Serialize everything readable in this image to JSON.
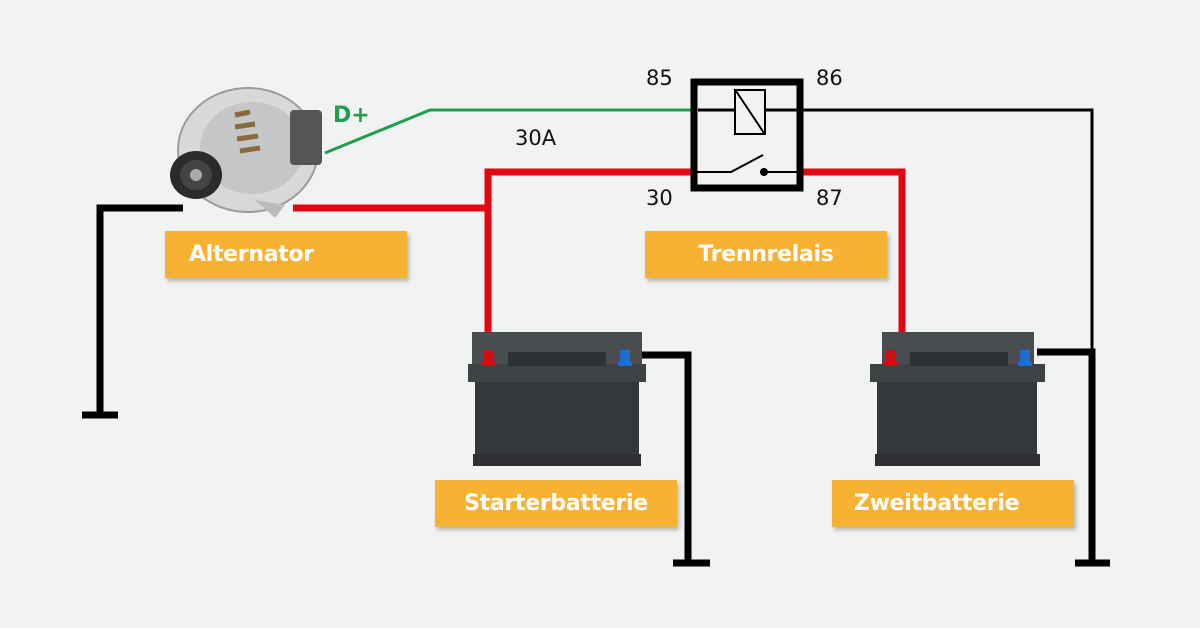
{
  "title": "Trennrelais wiring diagram",
  "components": {
    "alternator": {
      "label": "Alternator"
    },
    "relay": {
      "label": "Trennrelais",
      "pins": {
        "p85": "85",
        "p86": "86",
        "p30": "30",
        "p87": "87"
      }
    },
    "starter_battery": {
      "label": "Starterbatterie"
    },
    "second_battery": {
      "label": "Zweitbatterie"
    }
  },
  "annotations": {
    "d_plus": "D+",
    "fuse_rating": "30A"
  },
  "colors": {
    "positive_wire": "#e30613",
    "ground_wire": "#000000",
    "signal_wire": "#1f9e4e",
    "label_bg": "#f7b234",
    "background": "#f1f2f2"
  }
}
